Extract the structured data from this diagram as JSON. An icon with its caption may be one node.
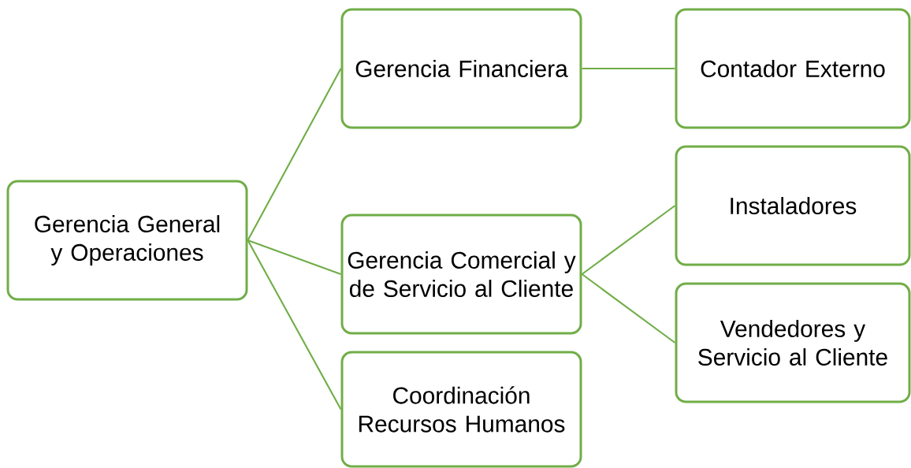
{
  "diagram": {
    "nodes": [
      {
        "text": [
          "Gerencia General y Operaciones"
        ]
      },
      {
        "text": [
          "Gerencia Financiera"
        ]
      },
      {
        "text": [
          "Gerencia Comercial y de Servicio al Cliente"
        ]
      },
      {
        "text": [
          "Coordinación Recursos Humanos"
        ]
      },
      {
        "text": [
          "Contador Externo"
        ]
      },
      {
        "text": [
          "Instaladores"
        ]
      },
      {
        "text": [
          "Vendedores y Servicio al Cliente"
        ]
      }
    ],
    "edges": [
      {
        "from": 0,
        "to": 1,
        "arrow": "none"
      },
      {
        "from": 0,
        "to": 2,
        "arrow": "none"
      },
      {
        "from": 0,
        "to": 3,
        "arrow": "none"
      },
      {
        "from": 1,
        "to": 4,
        "arrow": "none"
      },
      {
        "from": 2,
        "to": 5,
        "arrow": "none"
      },
      {
        "from": 2,
        "to": 6,
        "arrow": "none"
      }
    ]
  }
}
